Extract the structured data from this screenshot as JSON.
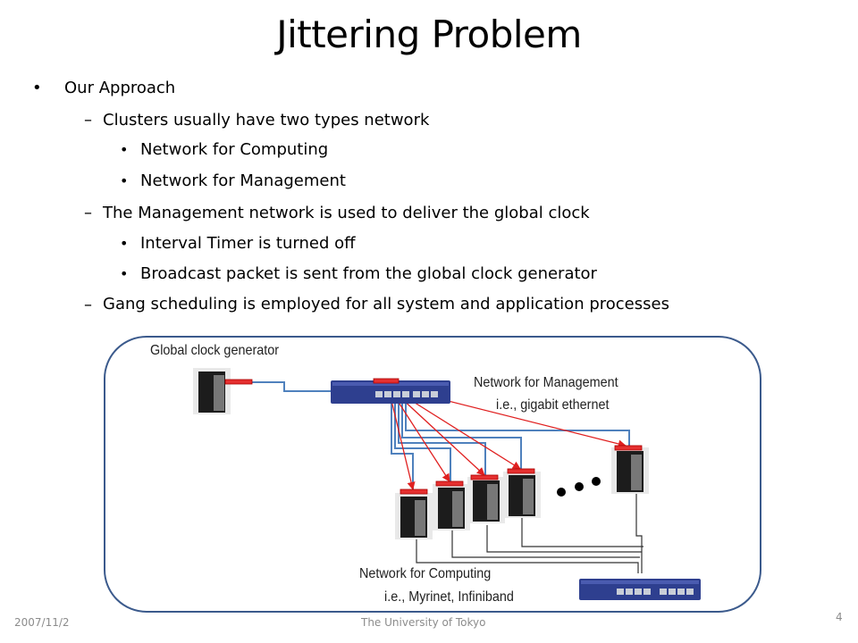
{
  "slide": {
    "title": "Jittering Problem",
    "bullets": {
      "l1": "Our Approach",
      "l2a": "Clusters usually have two types network",
      "l3a": "Network for Computing",
      "l3b": "Network for Management",
      "l2b": "The Management network is used to deliver the global clock",
      "l3c": "Interval Timer is turned off",
      "l3d": "Broadcast packet is sent from the global clock generator",
      "l2c": "Gang scheduling is employed for all system and application processes"
    },
    "marks": {
      "bullet": "•",
      "dash": "–"
    }
  },
  "diagram": {
    "clock_label": "Global clock generator",
    "mgmt_label_1": "Network for Management",
    "mgmt_label_2": "i.e., gigabit ethernet",
    "comp_label_1": "Network for Computing",
    "comp_label_2": "i.e., Myrinet, Infiniband",
    "colors": {
      "frame": "#3b5a8c",
      "mgmt_link": "#4f81bd",
      "broadcast": "#e02020",
      "switch": "#2e3f8f"
    }
  },
  "footer": {
    "date": "2007/11/2",
    "org": "The University of Tokyo",
    "page": "4"
  }
}
